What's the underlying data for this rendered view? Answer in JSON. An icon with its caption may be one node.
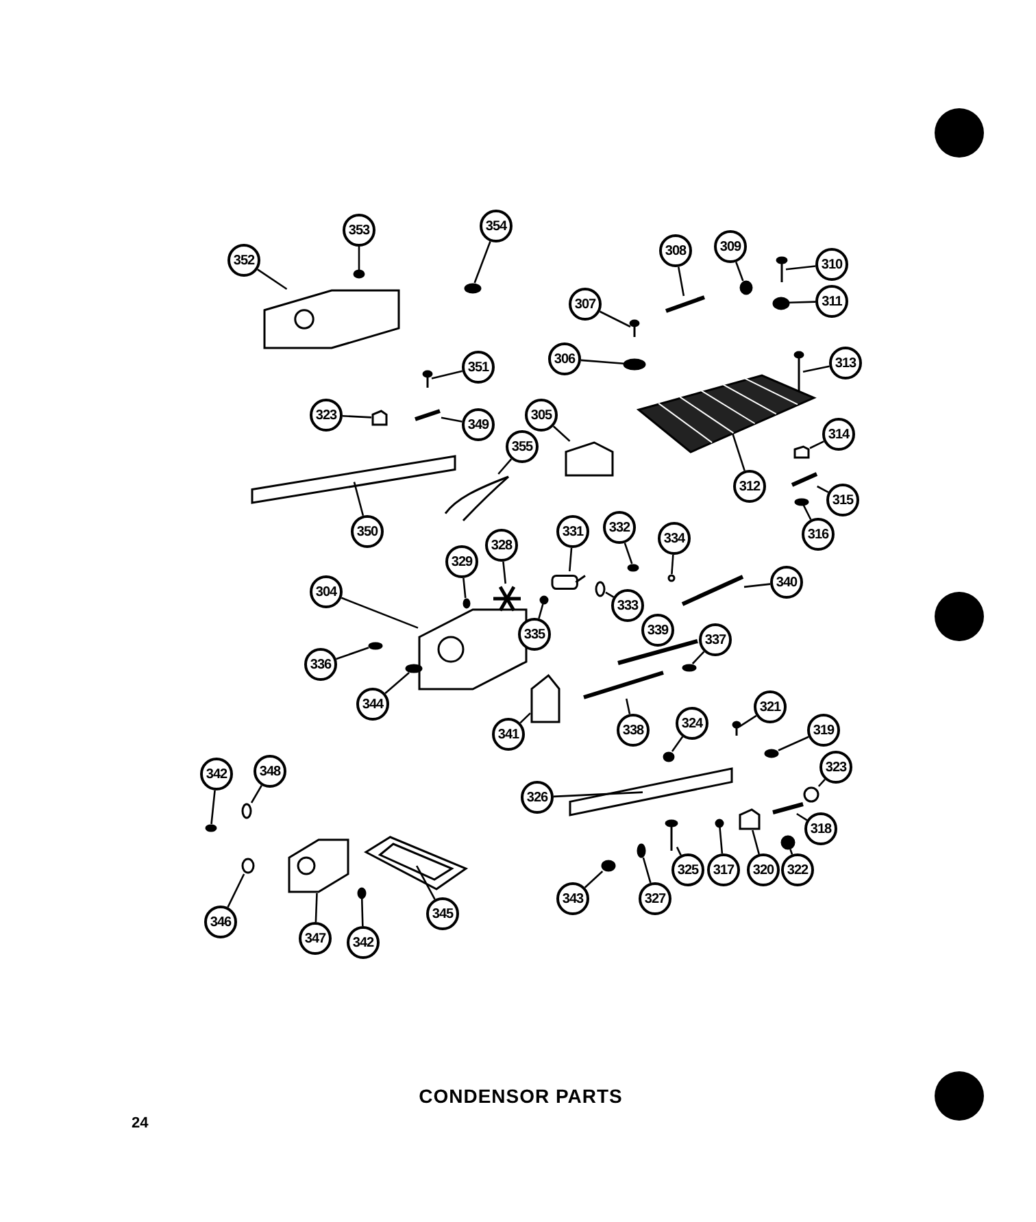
{
  "diagram": {
    "title": "CONDENSOR PARTS",
    "nodes": [
      {
        "text": [
          "352"
        ]
      },
      {
        "text": [],
        "shape": "picture"
      },
      {
        "text": [
          "353"
        ]
      },
      {
        "text": [],
        "shape": "circle"
      },
      {
        "text": [
          "354"
        ]
      },
      {
        "text": [],
        "shape": "circle"
      },
      {
        "text": [
          "351"
        ]
      },
      {
        "text": [],
        "shape": "picture"
      },
      {
        "text": [
          "323"
        ]
      },
      {
        "text": [],
        "shape": "picture"
      },
      {
        "text": [
          "349"
        ]
      },
      {
        "text": [],
        "shape": "picture"
      },
      {
        "text": [
          "350"
        ]
      },
      {
        "text": [],
        "shape": "bar"
      },
      {
        "text": [
          "355"
        ]
      },
      {
        "text": [],
        "shape": "picture"
      },
      {
        "text": [
          "305"
        ]
      },
      {
        "text": [],
        "shape": "picture"
      },
      {
        "text": [
          "307"
        ]
      },
      {
        "text": [],
        "shape": "picture"
      },
      {
        "text": [
          "306"
        ]
      },
      {
        "text": [],
        "shape": "circle"
      },
      {
        "text": [
          "308"
        ]
      },
      {
        "text": [],
        "shape": "bar"
      },
      {
        "text": [
          "309"
        ]
      },
      {
        "text": [],
        "shape": "circle"
      },
      {
        "text": [
          "310"
        ]
      },
      {
        "text": [],
        "shape": "picture"
      },
      {
        "text": [
          "311"
        ]
      },
      {
        "text": [],
        "shape": "circle"
      },
      {
        "text": [
          "313"
        ]
      },
      {
        "text": [],
        "shape": "picture"
      },
      {
        "text": [
          "312"
        ]
      },
      {
        "text": [],
        "shape": "picture"
      },
      {
        "text": [
          "314"
        ]
      },
      {
        "text": [],
        "shape": "picture"
      },
      {
        "text": [
          "315"
        ]
      },
      {
        "text": [],
        "shape": "bar"
      },
      {
        "text": [
          "316"
        ]
      },
      {
        "text": [],
        "shape": "circle"
      },
      {
        "text": [
          "329"
        ]
      },
      {
        "text": [],
        "shape": "circle"
      },
      {
        "text": [
          "328"
        ]
      },
      {
        "text": [],
        "shape": "picture"
      },
      {
        "text": [
          "331"
        ]
      },
      {
        "text": [],
        "shape": "cylinder"
      },
      {
        "text": [
          "332"
        ]
      },
      {
        "text": [],
        "shape": "circle"
      },
      {
        "text": [
          "333"
        ]
      },
      {
        "text": [],
        "shape": "circle"
      },
      {
        "text": [
          "334"
        ]
      },
      {
        "text": [],
        "shape": "circle"
      },
      {
        "text": [
          "340"
        ]
      },
      {
        "text": [],
        "shape": "bar"
      },
      {
        "text": [
          "304"
        ]
      },
      {
        "text": [],
        "shape": "picture"
      },
      {
        "text": [
          "335"
        ]
      },
      {
        "text": [],
        "shape": "circle"
      },
      {
        "text": [
          "336"
        ]
      },
      {
        "text": [],
        "shape": "circle"
      },
      {
        "text": [
          "344"
        ]
      },
      {
        "text": [],
        "shape": "circle"
      },
      {
        "text": [
          "339"
        ]
      },
      {
        "text": [],
        "shape": "bar"
      },
      {
        "text": [
          "338"
        ]
      },
      {
        "text": [],
        "shape": "bar"
      },
      {
        "text": [
          "337"
        ]
      },
      {
        "text": [],
        "shape": "circle"
      },
      {
        "text": [
          "341"
        ]
      },
      {
        "text": [],
        "shape": "picture"
      },
      {
        "text": [
          "324"
        ]
      },
      {
        "text": [],
        "shape": "circle"
      },
      {
        "text": [
          "321"
        ]
      },
      {
        "text": [],
        "shape": "picture"
      },
      {
        "text": [
          "319"
        ]
      },
      {
        "text": [],
        "shape": "circle"
      },
      {
        "text": [
          "323"
        ]
      },
      {
        "text": [],
        "shape": "circle"
      },
      {
        "text": [
          "326"
        ]
      },
      {
        "text": [],
        "shape": "bar"
      },
      {
        "text": [
          "318"
        ]
      },
      {
        "text": [],
        "shape": "bar"
      },
      {
        "text": [
          "325"
        ]
      },
      {
        "text": [],
        "shape": "picture"
      },
      {
        "text": [
          "317"
        ]
      },
      {
        "text": [],
        "shape": "circle"
      },
      {
        "text": [
          "320"
        ]
      },
      {
        "text": [],
        "shape": "picture"
      },
      {
        "text": [
          "322"
        ]
      },
      {
        "text": [],
        "shape": "circle"
      },
      {
        "text": [
          "343"
        ]
      },
      {
        "text": [],
        "shape": "circle"
      },
      {
        "text": [
          "327"
        ]
      },
      {
        "text": [],
        "shape": "circle"
      },
      {
        "text": [
          "342"
        ]
      },
      {
        "text": [],
        "shape": "circle"
      },
      {
        "text": [
          "348"
        ]
      },
      {
        "text": [],
        "shape": "circle"
      },
      {
        "text": [
          "346"
        ]
      },
      {
        "text": [],
        "shape": "circle"
      },
      {
        "text": [
          "347"
        ]
      },
      {
        "text": [],
        "shape": "picture"
      },
      {
        "text": [
          "342"
        ]
      },
      {
        "text": [],
        "shape": "circle"
      },
      {
        "text": [
          "345"
        ]
      },
      {
        "text": [],
        "shape": "picture"
      }
    ],
    "edges": [
      {
        "from": 0,
        "to": 1,
        "arrow": "none"
      },
      {
        "from": 2,
        "to": 3,
        "arrow": "none"
      },
      {
        "from": 4,
        "to": 5,
        "arrow": "none"
      },
      {
        "from": 6,
        "to": 7,
        "arrow": "none"
      },
      {
        "from": 8,
        "to": 9,
        "arrow": "none"
      },
      {
        "from": 10,
        "to": 11,
        "arrow": "none"
      },
      {
        "from": 12,
        "to": 13,
        "arrow": "none"
      },
      {
        "from": 14,
        "to": 15,
        "arrow": "none"
      },
      {
        "from": 16,
        "to": 17,
        "arrow": "none"
      },
      {
        "from": 18,
        "to": 19,
        "arrow": "none"
      },
      {
        "from": 20,
        "to": 21,
        "arrow": "none"
      },
      {
        "from": 22,
        "to": 23,
        "arrow": "none"
      },
      {
        "from": 24,
        "to": 25,
        "arrow": "none"
      },
      {
        "from": 26,
        "to": 27,
        "arrow": "none"
      },
      {
        "from": 28,
        "to": 29,
        "arrow": "none"
      },
      {
        "from": 30,
        "to": 31,
        "arrow": "none"
      },
      {
        "from": 32,
        "to": 33,
        "arrow": "none"
      },
      {
        "from": 34,
        "to": 35,
        "arrow": "none"
      },
      {
        "from": 36,
        "to": 37,
        "arrow": "none"
      },
      {
        "from": 38,
        "to": 39,
        "arrow": "none"
      },
      {
        "from": 40,
        "to": 41,
        "arrow": "none"
      },
      {
        "from": 42,
        "to": 43,
        "arrow": "none"
      },
      {
        "from": 44,
        "to": 45,
        "arrow": "none"
      },
      {
        "from": 46,
        "to": 47,
        "arrow": "none"
      },
      {
        "from": 48,
        "to": 49,
        "arrow": "none"
      },
      {
        "from": 50,
        "to": 51,
        "arrow": "none"
      },
      {
        "from": 52,
        "to": 53,
        "arrow": "none"
      },
      {
        "from": 54,
        "to": 55,
        "arrow": "none"
      },
      {
        "from": 56,
        "to": 57,
        "arrow": "none"
      },
      {
        "from": 58,
        "to": 59,
        "arrow": "none"
      },
      {
        "from": 60,
        "to": 61,
        "arrow": "none"
      },
      {
        "from": 62,
        "to": 63,
        "arrow": "none"
      },
      {
        "from": 64,
        "to": 65,
        "arrow": "none"
      },
      {
        "from": 66,
        "to": 67,
        "arrow": "none"
      },
      {
        "from": 68,
        "to": 69,
        "arrow": "none"
      },
      {
        "from": 70,
        "to": 71,
        "arrow": "none"
      },
      {
        "from": 72,
        "to": 73,
        "arrow": "none"
      },
      {
        "from": 74,
        "to": 75,
        "arrow": "none"
      },
      {
        "from": 76,
        "to": 77,
        "arrow": "none"
      },
      {
        "from": 78,
        "to": 79,
        "arrow": "none"
      },
      {
        "from": 80,
        "to": 81,
        "arrow": "none"
      },
      {
        "from": 82,
        "to": 83,
        "arrow": "none"
      },
      {
        "from": 84,
        "to": 85,
        "arrow": "none"
      },
      {
        "from": 86,
        "to": 87,
        "arrow": "none"
      },
      {
        "from": 88,
        "to": 89,
        "arrow": "none"
      },
      {
        "from": 90,
        "to": 91,
        "arrow": "none"
      },
      {
        "from": 92,
        "to": 93,
        "arrow": "none"
      },
      {
        "from": 94,
        "to": 95,
        "arrow": "none"
      },
      {
        "from": 96,
        "to": 97,
        "arrow": "none"
      },
      {
        "from": 98,
        "to": 99,
        "arrow": "none"
      },
      {
        "from": 100,
        "to": 101,
        "arrow": "none"
      },
      {
        "from": 102,
        "to": 103,
        "arrow": "none"
      },
      {
        "from": 104,
        "to": 105,
        "arrow": "none"
      }
    ],
    "labels": [
      "24"
    ]
  }
}
